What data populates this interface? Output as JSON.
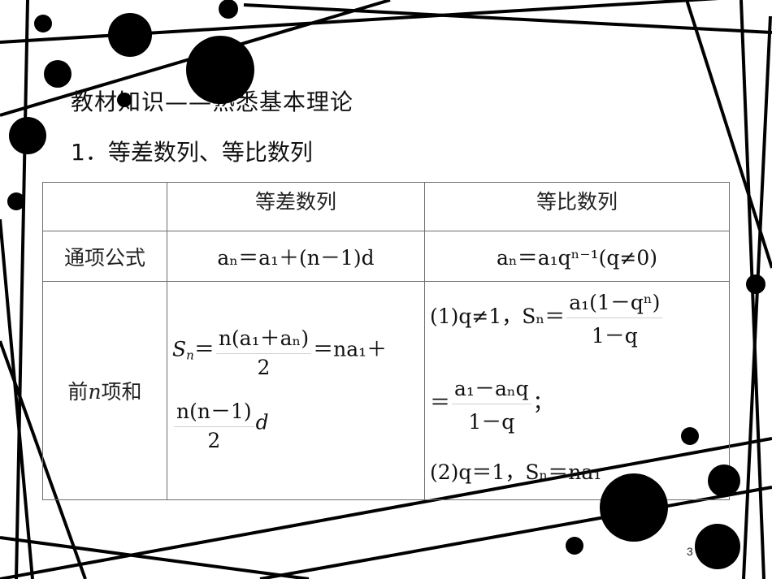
{
  "slide": {
    "title": "教材知识——熟悉基本理论",
    "section_heading": "1．等差数列、等比数列",
    "page_number": "3"
  },
  "table": {
    "headers": [
      "",
      "等差数列",
      "等比数列"
    ],
    "rows": [
      {
        "label": "通项公式",
        "arithmetic": "aₙ＝a₁＋(n－1)d",
        "geometric": "aₙ＝a₁qⁿ⁻¹(q≠0)"
      },
      {
        "label_prefix": "前",
        "label_var": "n",
        "label_suffix": "项和",
        "arithmetic": {
          "line1_lhs": "S",
          "line1_lhs_sub": "n",
          "eq": "＝",
          "frac1_num": "n(a₁＋aₙ)",
          "frac1_den": "2",
          "line1_rhs": "＝na₁＋",
          "frac2_num": "n(n－1)",
          "frac2_den": "2",
          "line2_tail": "d"
        },
        "geometric": {
          "case1_prefix": "(1)q≠1，",
          "case1_lhs": "Sₙ＝",
          "case1_frac_num": "a₁(1－qⁿ)",
          "case1_frac_den": "1－q",
          "case1b_prefix": "＝",
          "case1b_frac_num": "a₁－aₙq",
          "case1b_frac_den": "1－q",
          "case1b_suffix": "；",
          "case2": "(2)q＝1，Sₙ＝na₁"
        }
      }
    ]
  },
  "decoration": {
    "line_color": "#000000",
    "border_color": "#6e6e6e"
  }
}
